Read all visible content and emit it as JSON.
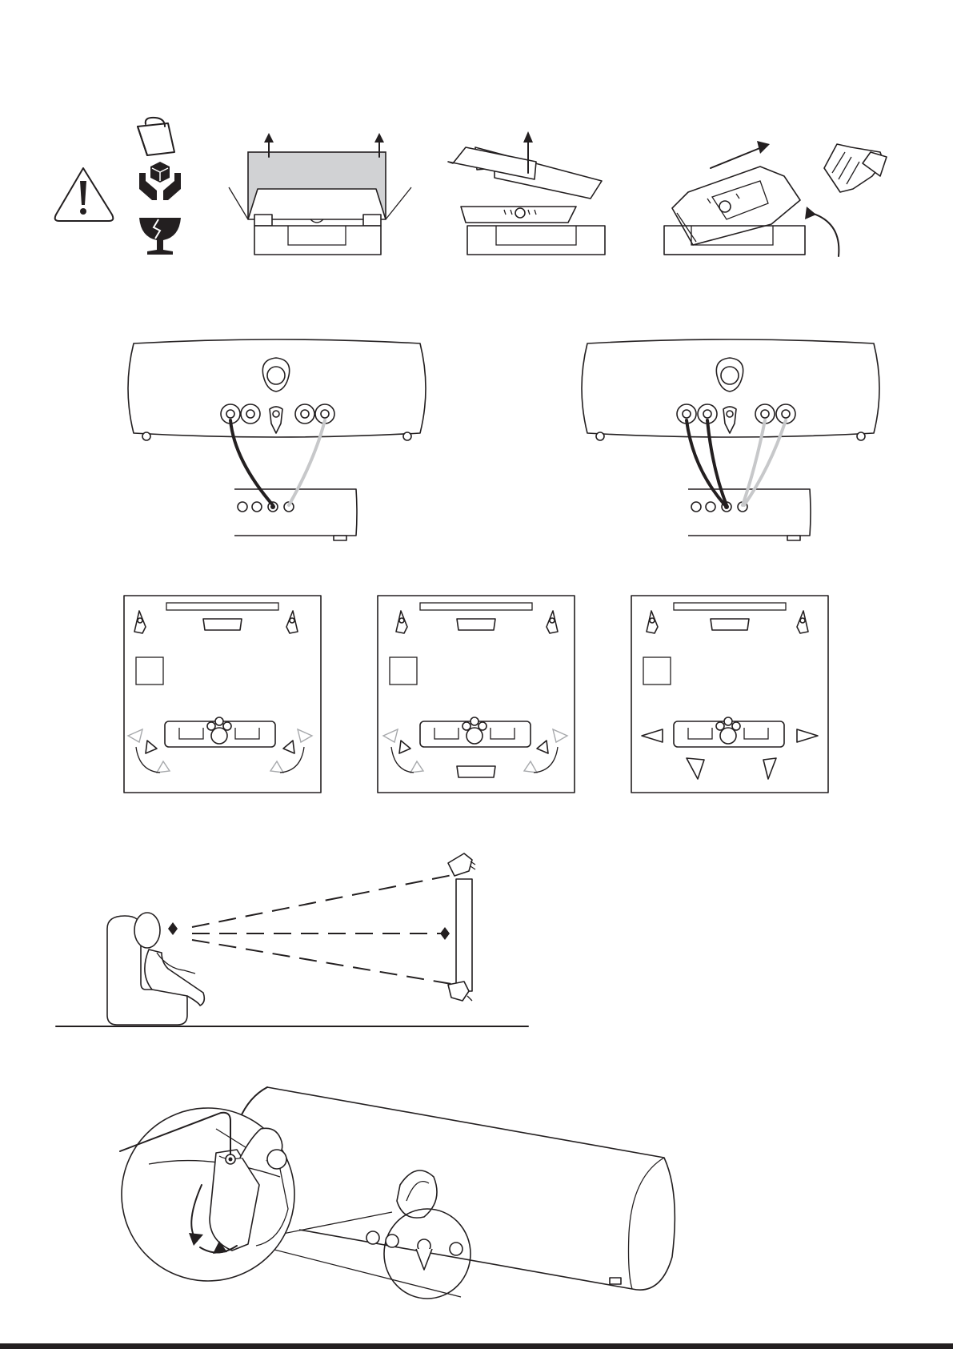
{
  "figures": {
    "unpacking": {
      "warning_symbol": "warning-triangle-icon",
      "handling_symbols": [
        "heavy-bag-icon",
        "handle-with-care-icon",
        "fragile-glass-icon"
      ],
      "steps": [
        "lift-box-step",
        "lift-speaker-step",
        "remove-speaker-gloves-step"
      ]
    },
    "wiring": {
      "layouts": [
        "single-wire-connection",
        "bi-wire-connection"
      ]
    },
    "room_layouts": {
      "count": 3
    },
    "listening_position": {
      "elements": [
        "chair",
        "listener",
        "screen",
        "speaker-top",
        "speaker-bottom"
      ]
    },
    "adjustment": {
      "elements": [
        "speaker-body",
        "hex-key",
        "zoom-circle",
        "adjustment-foot"
      ]
    }
  },
  "colors": {
    "ink": "#231f20",
    "box_fill": "#d1d2d4",
    "cable_grey": "#c7c8ca"
  }
}
